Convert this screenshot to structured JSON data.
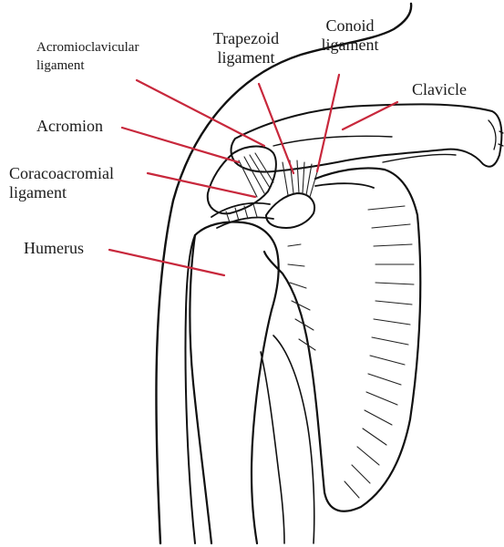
{
  "labels": {
    "acromioclavicular": [
      "Acromioclavicular",
      "ligament"
    ],
    "trapezoid": [
      "Trapezoid",
      "ligament"
    ],
    "conoid": [
      "Conoid",
      "ligament"
    ],
    "clavicle": "Clavicle",
    "acromion": "Acromion",
    "coracoacromial": [
      "Coracoacromial",
      "ligament"
    ],
    "humerus": "Humerus"
  },
  "colors": {
    "ink": "#111111",
    "leader": "#c8283c",
    "background": "#ffffff"
  }
}
